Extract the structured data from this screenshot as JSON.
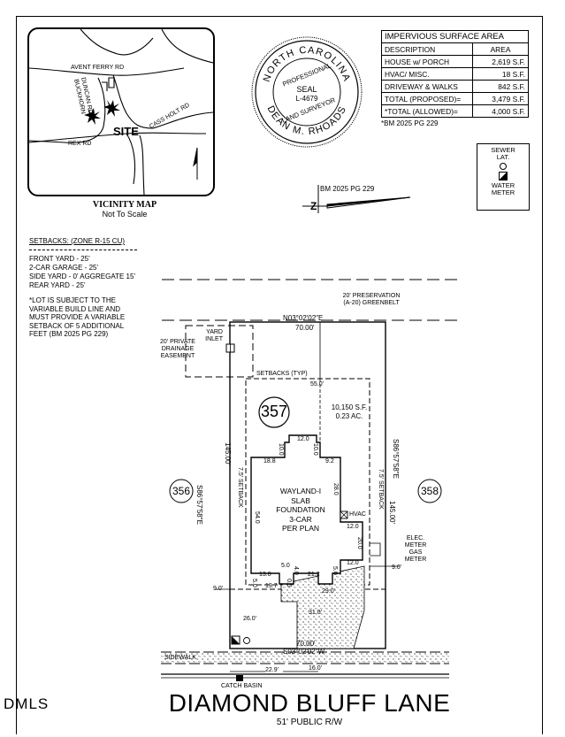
{
  "vicinity": {
    "caption": "VICINITY MAP",
    "scale": "Not To Scale",
    "roads": {
      "avent_ferry": "AVENT FERRY RD",
      "buckhorn": "BUCKHORN",
      "duncan": "DUNCAN RD",
      "cass_holt": "CASS HOLT RD",
      "rex": "REX RD"
    },
    "site": "SITE"
  },
  "seal": {
    "ring_top": "NORTH CAROLINA",
    "ring_bottom": "DEAN M. RHOADS",
    "professional": "PROFESSIONAL",
    "seal": "SEAL",
    "number": "L-4679",
    "land_surveyor": "LAND SURVEYOR"
  },
  "impervious": {
    "title": "IMPERVIOUS SURFACE AREA",
    "headers": [
      "DESCRIPTION",
      "AREA"
    ],
    "rows": [
      [
        "HOUSE w/ PORCH",
        "2,619 S.F."
      ],
      [
        "HVAC/ MISC.",
        "18 S.F."
      ],
      [
        "DRIVEWAY & WALKS",
        "842 S.F."
      ],
      [
        "TOTAL (PROPOSED)=",
        "3,479 S.F."
      ],
      [
        "*TOTAL (ALLOWED)=",
        "4,000 S.F."
      ]
    ],
    "footnote": "*BM 2025 PG 229"
  },
  "legend": {
    "sewer": "SEWER",
    "lat": "LAT.",
    "water": "WATER",
    "meter": "METER"
  },
  "north": {
    "ref": "BM 2025 PG 229",
    "letter": "Z"
  },
  "setbacks": {
    "heading": "SETBACKS: (ZONE R-15 CU)",
    "lines": [
      "FRONT YARD - 25'",
      "2-CAR GARAGE - 25'",
      "SIDE YARD - 0' AGGREGATE 15'",
      "REAR YARD - 25'"
    ],
    "note": "*LOT IS SUBJECT TO THE\nVARIABLE BUILD LINE AND\nMUST PROVIDE A VARIABLE\nSETBACK OF 5 ADDITIONAL\nFEET (BM 2025 PG 229)"
  },
  "plat": {
    "preservation": "20' PRESERVATION\n(A-20) GREENBELT",
    "bearing_top": "N03°02'02\"E",
    "dist_top": "70.00'",
    "bearing_bottom": "S03°02'02\"W",
    "dist_bottom": "70.00'",
    "bearing_left": "S86°57'58\"E",
    "dist_left": "145.00'",
    "bearing_right": "S86°57'58\"E",
    "dist_right": "145.00'",
    "yard_inlet": "YARD\nINLET",
    "drainage": "20' PRIVATE\nDRAINAGE\nEASEMENT",
    "setbacks_typ": "SETBACKS (TYP)",
    "dim_55": "55.0'",
    "lot_number": "357",
    "area_sf": "10,150 S.F.",
    "area_ac": "0.23 AC.",
    "neighbor_left": "356",
    "neighbor_right": "358",
    "house": "WAYLAND-I\nSLAB\nFOUNDATION\n3-CAR\nPER PLAN",
    "hvac": "HVAC",
    "elec": "ELEC.\nMETER\nGAS\nMETER",
    "dims": {
      "d12": "12.0",
      "d10": "10.0",
      "d188": "18.8",
      "d92": "9.2",
      "d280": "28.0",
      "d540": "54.0",
      "d120a": "12.0",
      "d200": "20.0",
      "d120b": "12.0",
      "d50": "5.0",
      "d138": "13.8",
      "d40": "4.0",
      "d212": "21.2",
      "d50b": "5.0",
      "d05": "0.5",
      "d50c": "5.0",
      "d197": "19.7",
      "d290": "29.0'",
      "d310": "31.0'",
      "d260": "26.0'",
      "d90a": "9.0'",
      "d90b": "9.0'",
      "d75a": "7.5' SETBACK",
      "d75b": "7.5' SETBACK",
      "d229": "22.9'",
      "d160": "16.0'"
    },
    "sidewalk": "SIDEWALK",
    "catch_basin": "CATCH BASIN"
  },
  "street": {
    "name": "DIAMOND BLUFF LANE",
    "row": "51' PUBLIC R/W"
  },
  "logo": "DMLS"
}
